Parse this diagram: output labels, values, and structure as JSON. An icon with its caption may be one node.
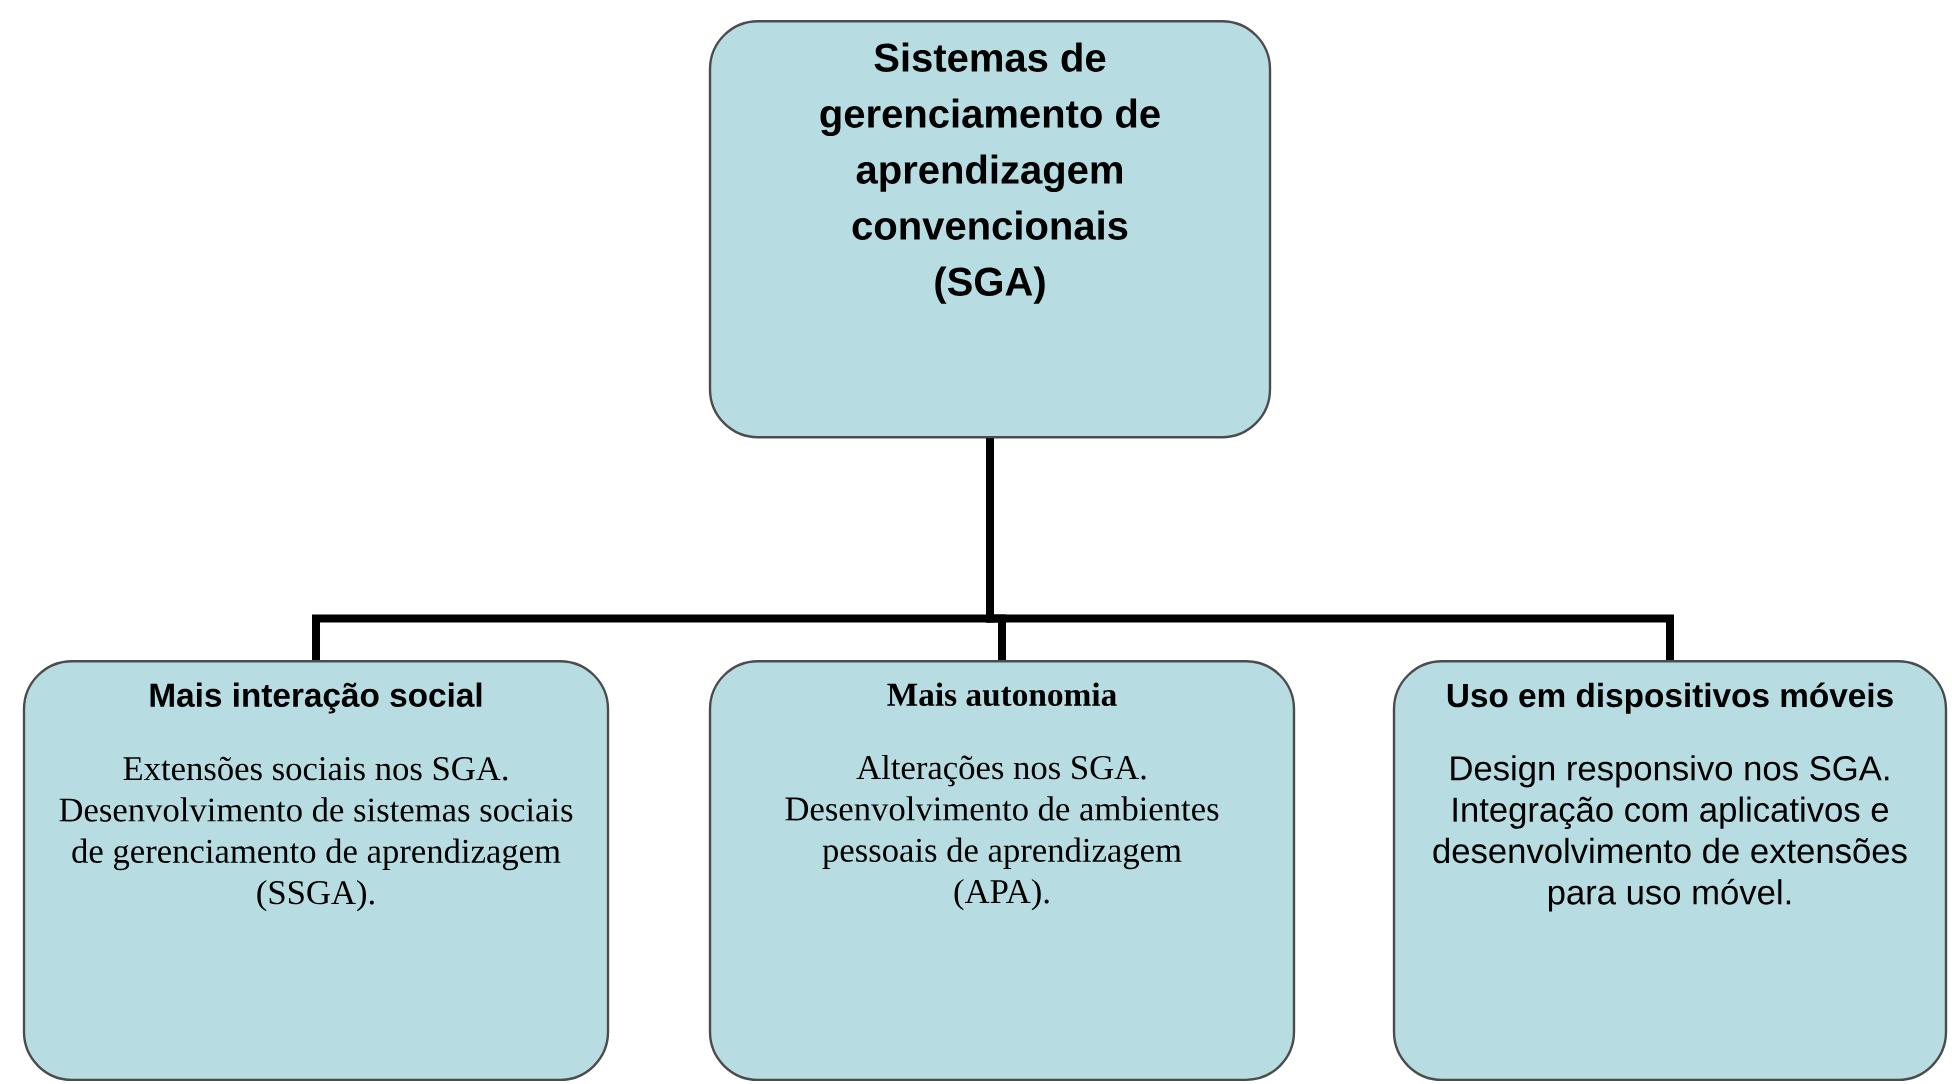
{
  "diagram": {
    "nodes": [
      {
        "text": [
          "Sistemas de gerenciamento de aprendizagem convencionais (SGA)"
        ]
      },
      {
        "text": [
          "Mais interação social",
          "Extensões sociais nos SGA. Desenvolvimento de sistemas sociais de gerenciamento de aprendizagem (SSGA)."
        ]
      },
      {
        "text": [
          "Mais autonomia",
          "Alterações nos SGA. Desenvolvimento de ambientes pessoais de aprendizagem (APA)."
        ]
      },
      {
        "text": [
          "Uso em dispositivos móveis",
          "Design responsivo nos SGA. Integração com aplicativos e desenvolvimento de extensões para uso móvel."
        ]
      }
    ],
    "edges": [
      {
        "from": 0,
        "to": 1,
        "arrow": "none"
      },
      {
        "from": 0,
        "to": 2,
        "arrow": "none"
      },
      {
        "from": 0,
        "to": 3,
        "arrow": "none"
      }
    ]
  }
}
